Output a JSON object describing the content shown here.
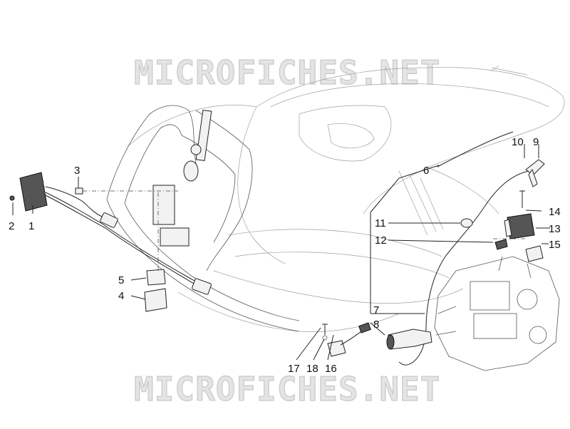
{
  "watermark": {
    "top_text": "MICROFICHES.NET",
    "bottom_text": "MICROFICHES.NET"
  },
  "callouts": {
    "n1": "1",
    "n2": "2",
    "n3": "3",
    "n4": "4",
    "n5": "5",
    "n6": "6",
    "n7": "7",
    "n8": "8",
    "n9": "9",
    "n10": "10",
    "n11": "11",
    "n12": "12",
    "n13": "13",
    "n14": "14",
    "n15": "15",
    "n16": "16",
    "n17": "17",
    "n18": "18"
  },
  "colors": {
    "line": "#222222",
    "watermark_fill": "#e4e4e4",
    "watermark_stroke": "#c9c9c9"
  }
}
